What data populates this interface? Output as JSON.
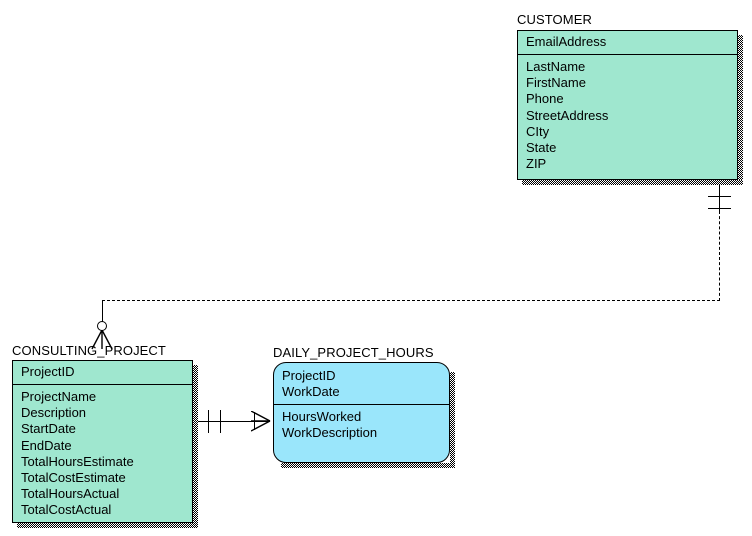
{
  "diagram": {
    "type": "entity-relationship-diagram",
    "notation": "crows-foot",
    "background_color": "#ffffff",
    "entities": [
      {
        "id": "customer",
        "name": "CUSTOMER",
        "kind": "strong-entity",
        "fill_color": "#9fe7cf",
        "border_color": "#000000",
        "key_attributes": [
          "EmailAddress"
        ],
        "attributes": [
          "LastName",
          "FirstName",
          "Phone",
          "StreetAddress",
          "CIty",
          "State",
          "ZIP"
        ]
      },
      {
        "id": "consulting_project",
        "name": "CONSULTING_PROJECT",
        "kind": "strong-entity",
        "fill_color": "#9fe7cf",
        "border_color": "#000000",
        "key_attributes": [
          "ProjectID"
        ],
        "attributes": [
          "ProjectName",
          "Description",
          "StartDate",
          "EndDate",
          "TotalHoursEstimate",
          "TotalCostEstimate",
          "TotalHoursActual",
          "TotalCostActual"
        ]
      },
      {
        "id": "daily_project_hours",
        "name": "DAILY_PROJECT_HOURS",
        "kind": "weak-entity",
        "fill_color": "#9ae6fb",
        "border_color": "#000000",
        "key_attributes": [
          "ProjectID",
          "WorkDate"
        ],
        "attributes": [
          "HoursWorked",
          "WorkDescription"
        ]
      }
    ],
    "relationships": [
      {
        "id": "customer-to-consulting-project",
        "from": "CUSTOMER",
        "to": "CONSULTING_PROJECT",
        "line_style": "dashed",
        "relationship_type": "non-identifying",
        "from_cardinality": "one-mandatory",
        "to_cardinality": "many-optional"
      },
      {
        "id": "consulting-project-to-daily-project-hours",
        "from": "CONSULTING_PROJECT",
        "to": "DAILY_PROJECT_HOURS",
        "line_style": "solid",
        "relationship_type": "identifying",
        "from_cardinality": "one-mandatory",
        "to_cardinality": "many-mandatory"
      }
    ]
  }
}
